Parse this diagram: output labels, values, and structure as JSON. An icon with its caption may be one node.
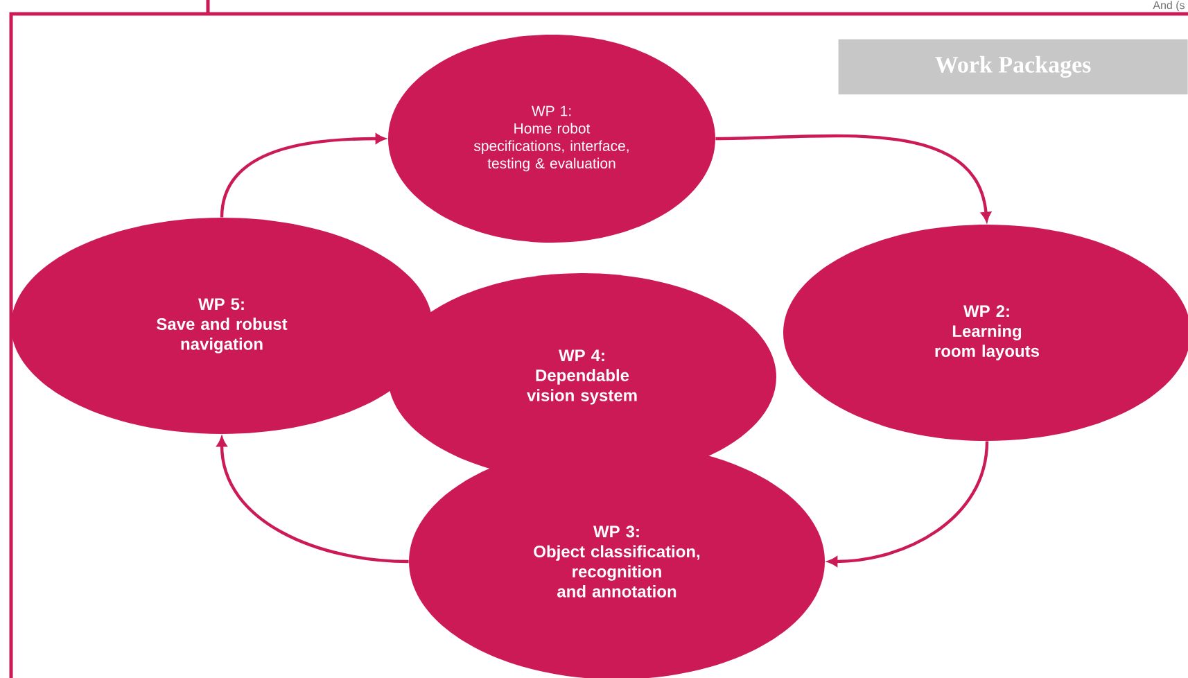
{
  "diagram": {
    "title": "Work Packages",
    "nodes": [
      {
        "text": [
          "WP 1:",
          "Home robot specifications, interface, testing & evaluation"
        ]
      },
      {
        "text": [
          "WP 2:",
          "Learning room layouts"
        ]
      },
      {
        "text": [
          "WP 3:",
          "Object classification, recognition and annotation"
        ]
      },
      {
        "text": [
          "WP 4:",
          "Dependable vision system"
        ]
      },
      {
        "text": [
          "WP 5:",
          "Save and robust navigation"
        ]
      }
    ],
    "edges": [
      {
        "from": 0,
        "to": 1,
        "arrow": "to"
      },
      {
        "from": 1,
        "to": 2,
        "arrow": "to"
      },
      {
        "from": 2,
        "to": 4,
        "arrow": "to"
      },
      {
        "from": 4,
        "to": 0,
        "arrow": "to"
      }
    ],
    "labels": [
      "And (s"
    ]
  }
}
